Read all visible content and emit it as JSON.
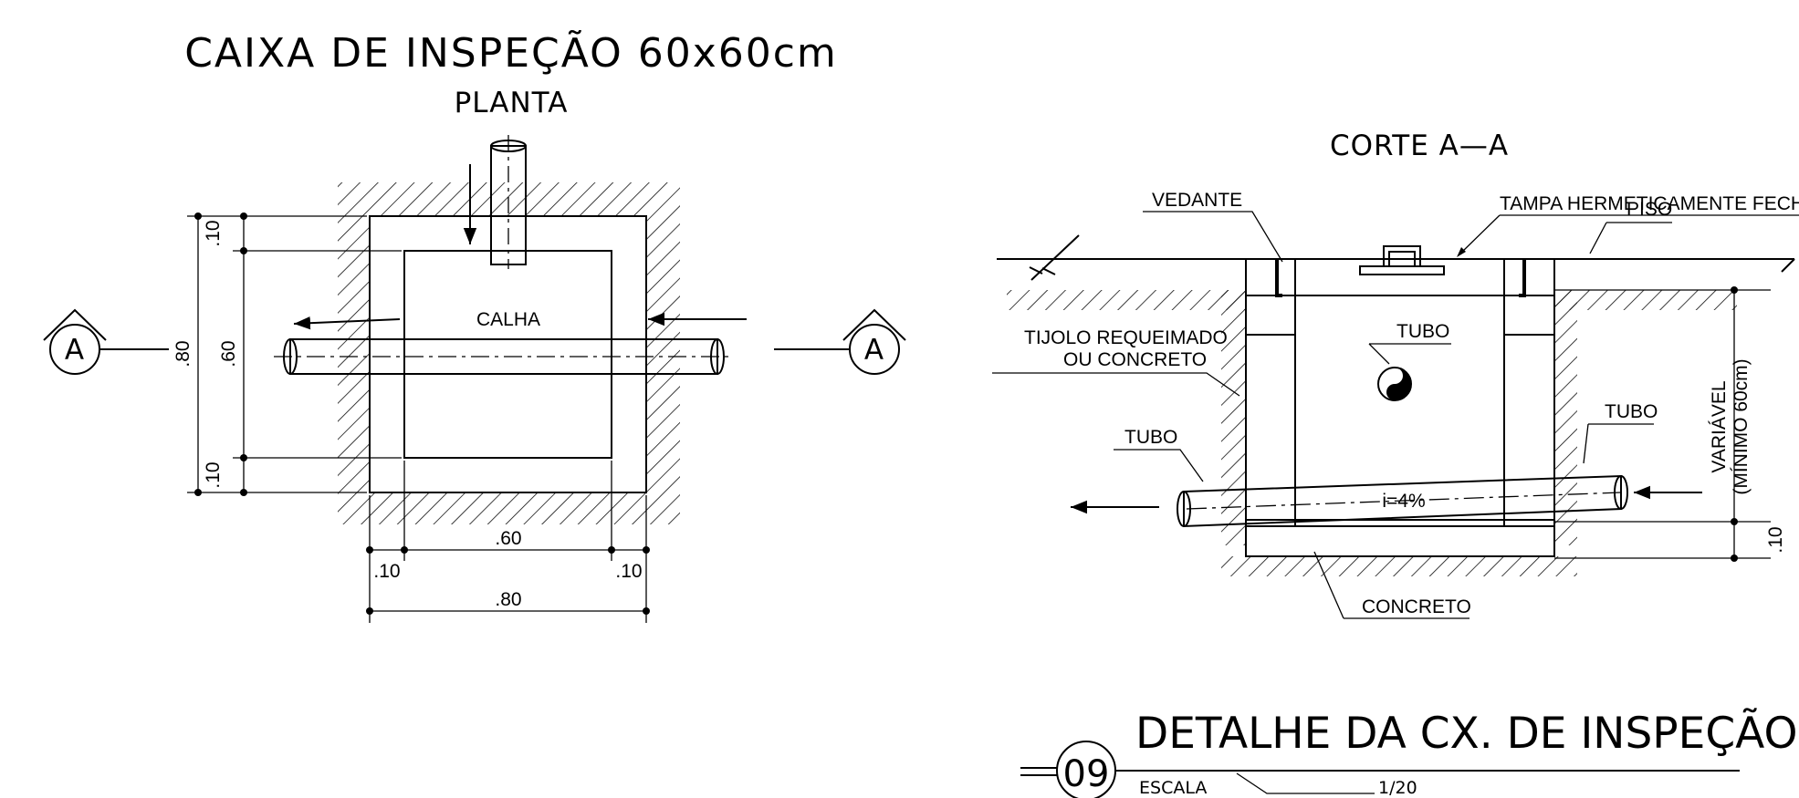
{
  "plan": {
    "title": "CAIXA DE INSPEÇÃO 60x60cm",
    "subtitle": "PLANTA",
    "channel_label": "CALHA",
    "section_marker": "A",
    "dims": {
      "outer_v": ".80",
      "inner_v": ".60",
      "wall_top": ".10",
      "wall_bottom": ".10",
      "inner_h": ".60",
      "wall_left": ".10",
      "wall_right": ".10",
      "outer_h": ".80"
    }
  },
  "section": {
    "title": "CORTE A—A",
    "labels": {
      "lid": "TAMPA HERMETICAMENTE FECHADA",
      "seal": "VEDANTE",
      "floor": "PISO",
      "brick_line1": "TIJOLO REQUEIMADO",
      "brick_line2": "OU CONCRETO",
      "tube_center": "TUBO",
      "tube_right": "TUBO",
      "tube_left": "TUBO",
      "slope": "i=4%",
      "concrete": "CONCRETO",
      "variable_line1": "VARIÁVEL",
      "variable_line2": "(MÍNIMO 60cm)",
      "base_dim": ".10"
    }
  },
  "title_block": {
    "number": "09",
    "title": "DETALHE DA CX. DE INSPEÇÃO",
    "scale_label": "ESCALA",
    "scale_value": "1/20"
  }
}
